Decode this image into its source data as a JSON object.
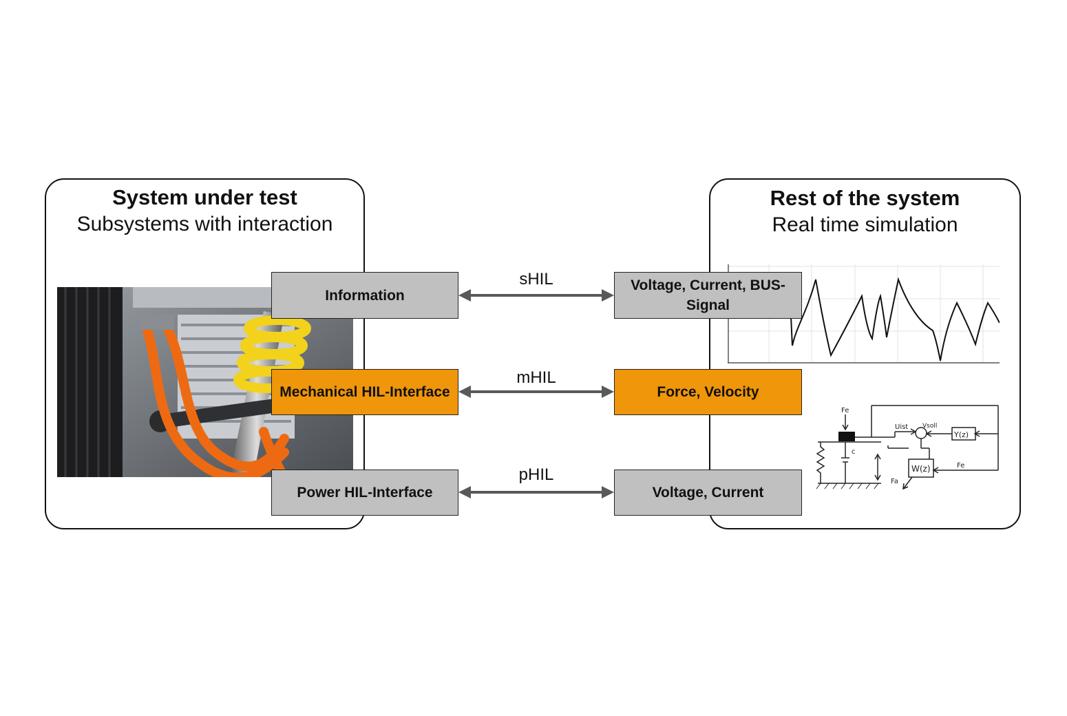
{
  "left_panel": {
    "title": "System under test",
    "subtitle": "Subsystems with interaction",
    "photo_icon": "ev-suspension-photo"
  },
  "right_panel": {
    "title": "Rest of the system",
    "subtitle": "Real time simulation",
    "graph_icon": "waveform-plot",
    "sketch_icon": "control-loop-sketch"
  },
  "sketch_labels": {
    "fe_top": "Fe",
    "c": "c",
    "u_ist": "Uist",
    "v_soll": "Vsoll",
    "y_z": "Y(z)",
    "w_z": "W(z)",
    "fe_right": "Fe",
    "fa": "Fa"
  },
  "interfaces": [
    {
      "left": "Information",
      "link": "sHIL",
      "right": "Voltage, Current, BUS-Signal"
    },
    {
      "left": "Mechanical HIL-Interface",
      "link": "mHIL",
      "right": "Force, Velocity"
    },
    {
      "left": "Power HIL-Interface",
      "link": "pHIL",
      "right": "Voltage, Current"
    }
  ],
  "colors": {
    "gray_box": "#c0c0c0",
    "orange_box": "#f0960a",
    "arrow": "#595959"
  }
}
